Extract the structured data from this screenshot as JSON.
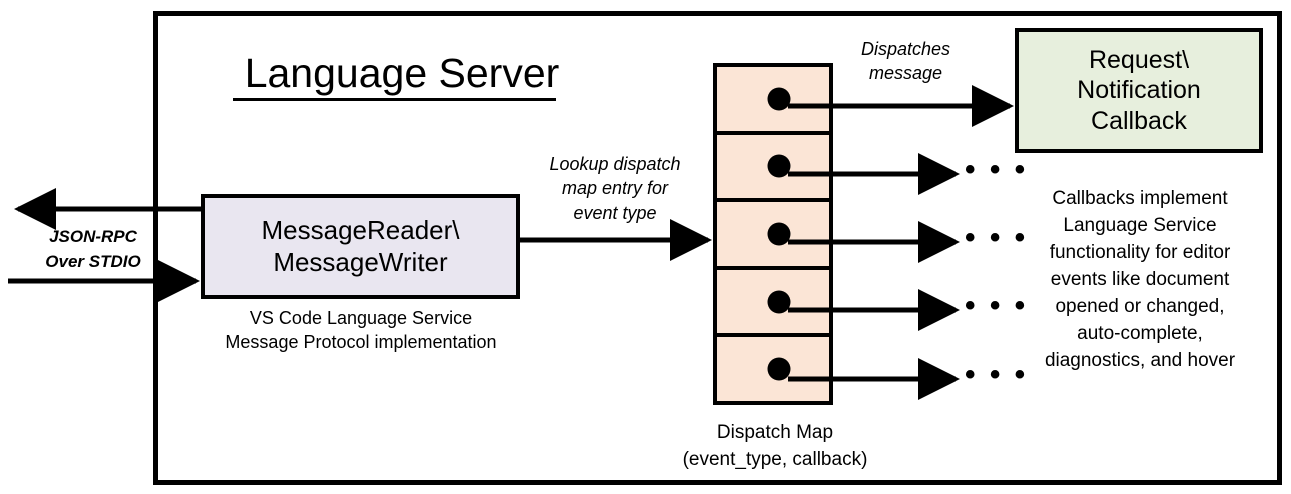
{
  "diagram": {
    "title": "Language Server",
    "outer_border_color": "#000000"
  },
  "reader_writer": {
    "label": "MessageReader\\\nMessageWriter",
    "caption": "VS Code Language Service\nMessage Protocol implementation",
    "fill": "#E9E6F0"
  },
  "transport": {
    "label": "JSON-RPC\nOver STDIO"
  },
  "lookup": {
    "label": "Lookup dispatch\nmap entry for\nevent type"
  },
  "dispatch": {
    "message_label": "Dispatches\nmessage",
    "caption": "Dispatch Map\n(event_type, callback)",
    "fill": "#FBE5D6",
    "rows": [
      {
        "index": 1,
        "has_dot": true,
        "target": "callback-box"
      },
      {
        "index": 2,
        "has_dot": true,
        "target": "ellipsis"
      },
      {
        "index": 3,
        "has_dot": true,
        "target": "ellipsis"
      },
      {
        "index": 4,
        "has_dot": true,
        "target": "ellipsis"
      },
      {
        "index": 5,
        "has_dot": true,
        "target": "ellipsis"
      }
    ],
    "ellipsis_glyph": "• • •"
  },
  "callback": {
    "label": "Request\\\nNotification\nCallback",
    "description": "Callbacks implement\nLanguage Service\nfunctionality for editor\nevents like document\nopened or changed,\nauto-complete,\ndiagnostics, and hover",
    "fill": "#E7EFDD"
  }
}
